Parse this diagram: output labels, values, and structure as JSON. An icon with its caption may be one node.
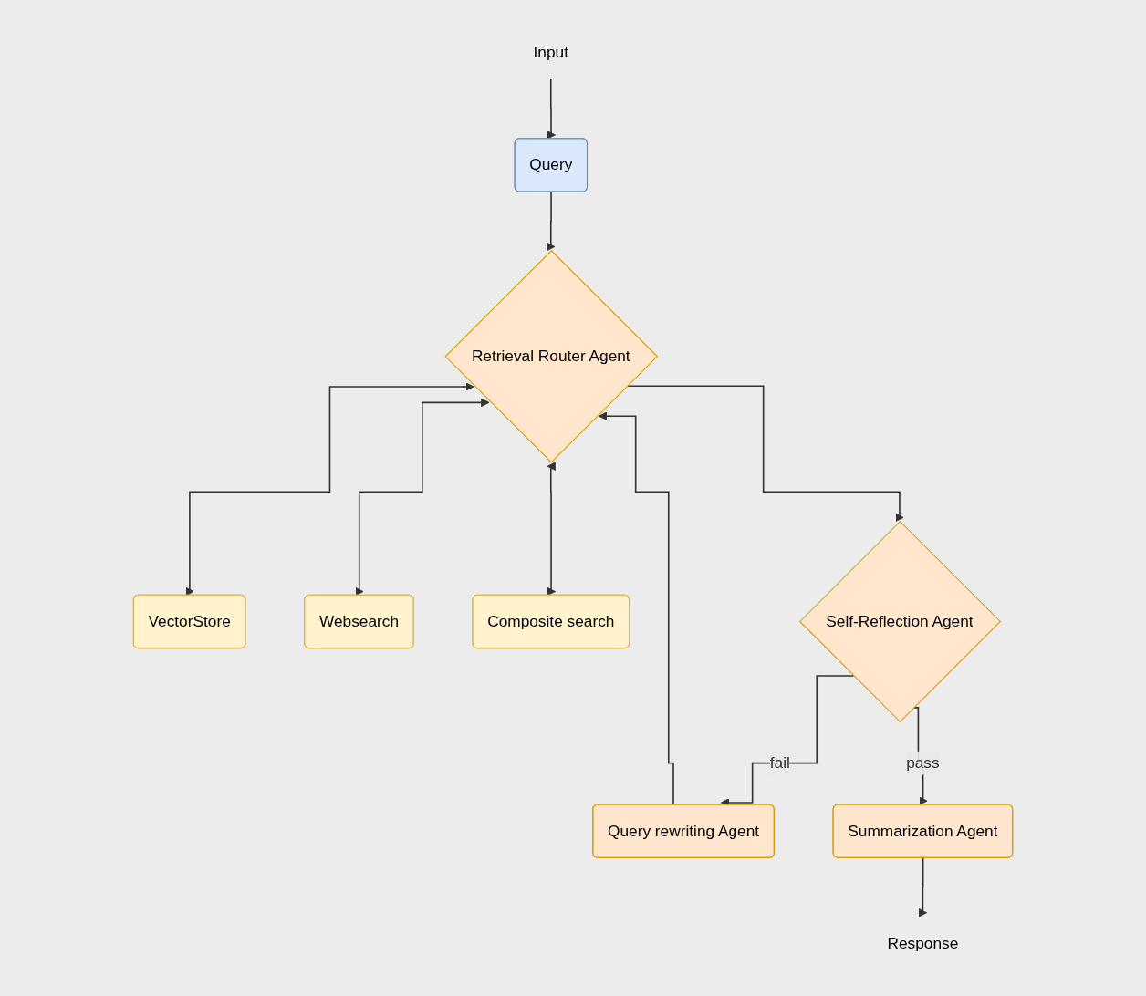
{
  "diagram": {
    "nodes": [
      {
        "text": [
          "Input"
        ]
      },
      {
        "text": [
          "Query"
        ]
      },
      {
        "text": [
          "Retrieval Router Agent"
        ]
      },
      {
        "text": [
          "VectorStore"
        ]
      },
      {
        "text": [
          "Websearch"
        ]
      },
      {
        "text": [
          "Composite search"
        ]
      },
      {
        "text": [
          "Self-Reflection Agent"
        ]
      },
      {
        "text": [
          "Query rewriting Agent"
        ]
      },
      {
        "text": [
          "Summarization Agent"
        ]
      },
      {
        "text": [
          "Response"
        ]
      }
    ],
    "edges": [
      {
        "from": 0,
        "to": 1,
        "arrow": "to"
      },
      {
        "from": 1,
        "to": 2,
        "arrow": "to"
      },
      {
        "from": 2,
        "to": 3,
        "arrow": "both"
      },
      {
        "from": 2,
        "to": 4,
        "arrow": "both"
      },
      {
        "from": 2,
        "to": 5,
        "arrow": "both"
      },
      {
        "from": 2,
        "to": 6,
        "arrow": "to"
      },
      {
        "from": 6,
        "to": 7,
        "label": "fail",
        "arrow": "to"
      },
      {
        "from": 6,
        "to": 8,
        "label": "pass",
        "arrow": "to"
      },
      {
        "from": 7,
        "to": 2,
        "arrow": "to"
      },
      {
        "from": 8,
        "to": 9,
        "arrow": "to"
      }
    ]
  }
}
